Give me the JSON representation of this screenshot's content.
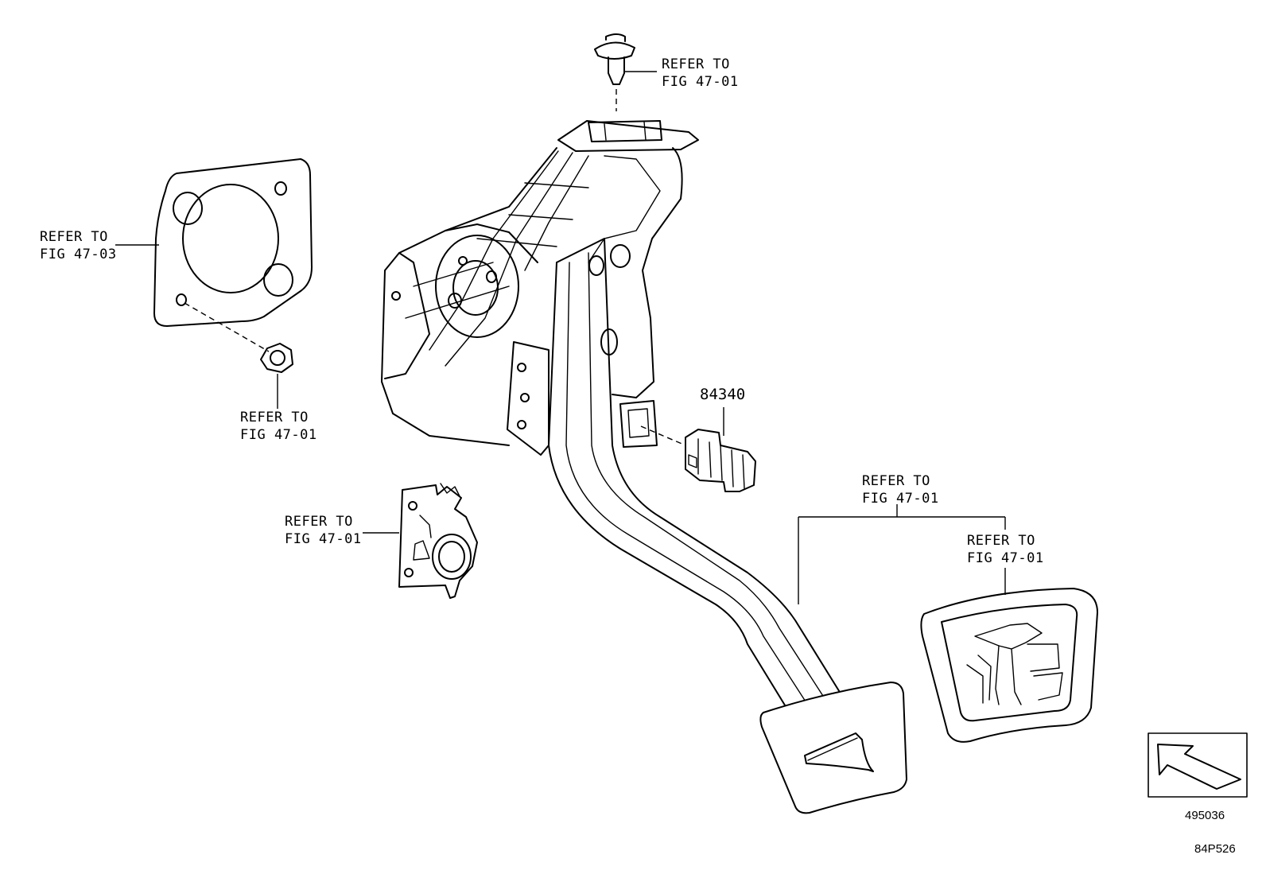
{
  "callouts": {
    "bolt_top": {
      "line1": "REFER TO",
      "line2": "FIG 47-01"
    },
    "gasket": {
      "line1": "REFER TO",
      "line2": "FIG 47-03"
    },
    "nut": {
      "line1": "REFER TO",
      "line2": "FIG 47-01"
    },
    "bracket": {
      "line1": "REFER TO",
      "line2": "FIG 47-01"
    },
    "pedal_pad_group": {
      "line1": "REFER TO",
      "line2": "FIG 47-01"
    },
    "pedal_pad_cover": {
      "line1": "REFER TO",
      "line2": "FIG 47-01"
    }
  },
  "part_numbers": {
    "stop_lamp_switch": "84340"
  },
  "codes": {
    "arrow_ref": "495036",
    "figure_id": "84P526"
  }
}
